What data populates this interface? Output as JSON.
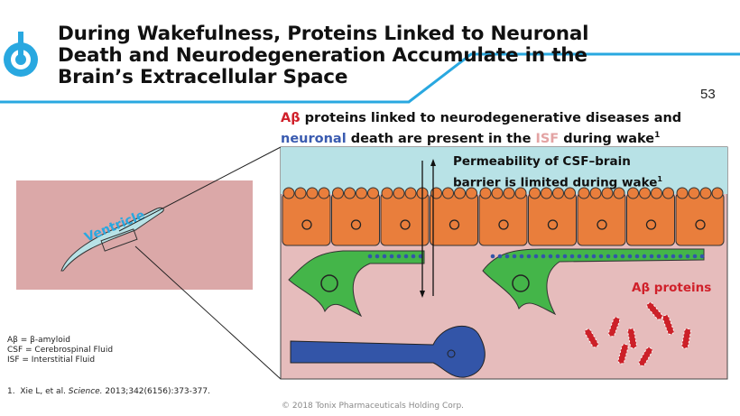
{
  "header": {
    "title_lines": [
      "During Wakefulness, Proteins Linked to Neuronal",
      "Death and Neurodegeneration Accumulate in the",
      "Brain’s Extracellular Space"
    ],
    "page_number": "53"
  },
  "subtitle": {
    "ab": "Aβ",
    "part1": " proteins linked to neurodegenerative diseases and",
    "neuronal": "neuronal",
    "part2": " death are present in the ",
    "isf": "ISF",
    "part3": " during wake",
    "sup": "1"
  },
  "diagram": {
    "ventricle_label": "Ventricle",
    "permeability_label_lines": [
      "Permeability of CSF–brain",
      "barrier is limited during wake"
    ],
    "permeability_sup": "1",
    "ab_proteins_label": "Aβ proteins"
  },
  "definitions": [
    "Aβ = β-amyloid",
    "CSF = Cerebrospinal Fluid",
    "ISF = Interstitial Fluid"
  ],
  "reference": {
    "num": "1.",
    "authors": "Xie L, et al. ",
    "journal": "Science.",
    "rest": " 2013;342(6156):373-377."
  },
  "footer": {
    "copyright": "© 2018 Tonix Pharmaceuticals Holding Corp."
  },
  "colors": {
    "accent": "#29a8e0",
    "csf": "#b8e2e6",
    "isf": "#e6bcbc",
    "cells": "#e97e3c",
    "glia": "#44b549",
    "neuron": "#3355a8",
    "protein": "#cc2028"
  }
}
